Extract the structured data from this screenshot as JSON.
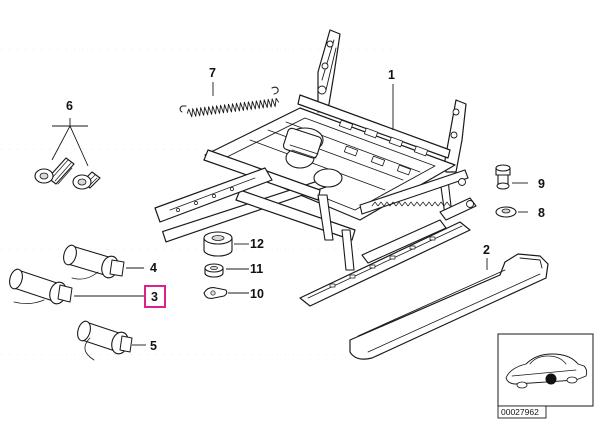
{
  "callouts": {
    "c1": "1",
    "c2": "2",
    "c3": "3",
    "c4": "4",
    "c5": "5",
    "c6": "6",
    "c7": "7",
    "c8": "8",
    "c9": "9",
    "c10": "10",
    "c11": "11",
    "c12": "12"
  },
  "highlighted_callout": "3",
  "highlight_color": "#e0208a",
  "ref_code": "00027962",
  "icons": {
    "vehicle_thumbnail": "car-icon",
    "location_marker": "dot-marker-icon"
  }
}
